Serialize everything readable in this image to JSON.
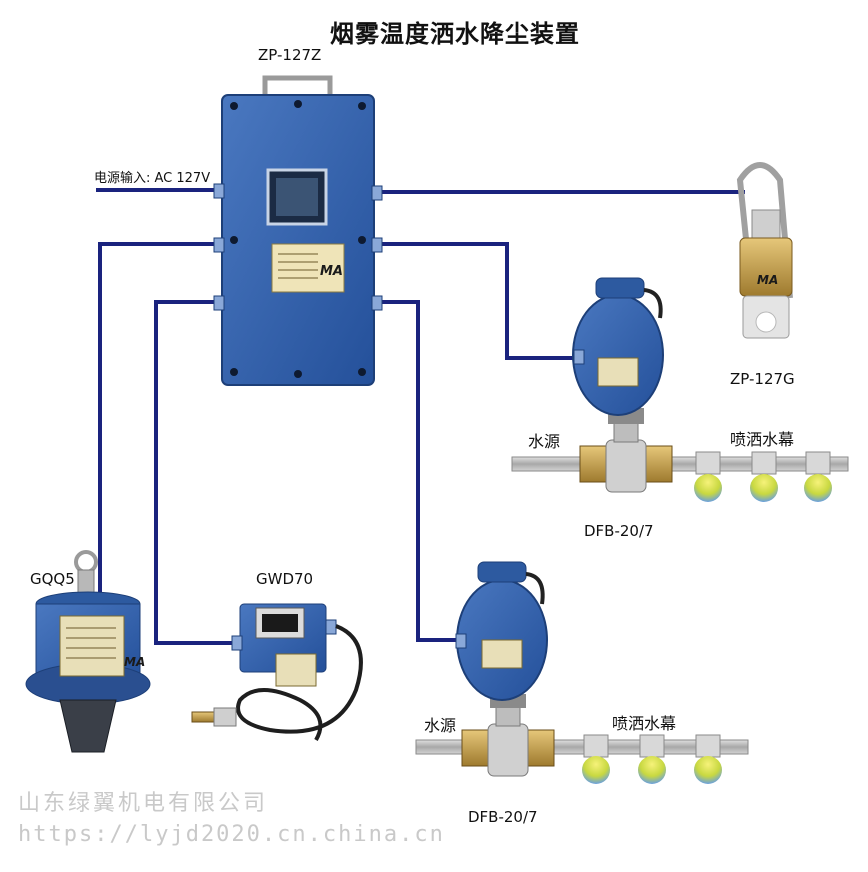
{
  "title": "烟雾温度洒水降尘装置",
  "power_input_label": "电源输入: AC 127V",
  "devices": {
    "controller": {
      "model": "ZP-127Z",
      "badge": "MA"
    },
    "sensor_top": {
      "model": "ZP-127G",
      "badge": "MA"
    },
    "smoke_sensor": {
      "model": "GQQ5",
      "badge": "MA"
    },
    "temp_sensor": {
      "model": "GWD70"
    },
    "valve_upper": {
      "model": "DFB-20/7"
    },
    "valve_lower": {
      "model": "DFB-20/7"
    }
  },
  "pipes": {
    "upper": {
      "source_label": "水源",
      "curtain_label": "喷洒水幕"
    },
    "lower": {
      "source_label": "水源",
      "curtain_label": "喷洒水幕"
    }
  },
  "watermark": {
    "company": "山东绿翼机电有限公司",
    "url": "https://lyjd2020.cn.china.cn"
  },
  "colors": {
    "device_blue": "#2f5fa8",
    "wire": "#1a237e",
    "pipe": "#b0b0b0",
    "brass": "#c9a04a",
    "spray": "#e8e040"
  }
}
